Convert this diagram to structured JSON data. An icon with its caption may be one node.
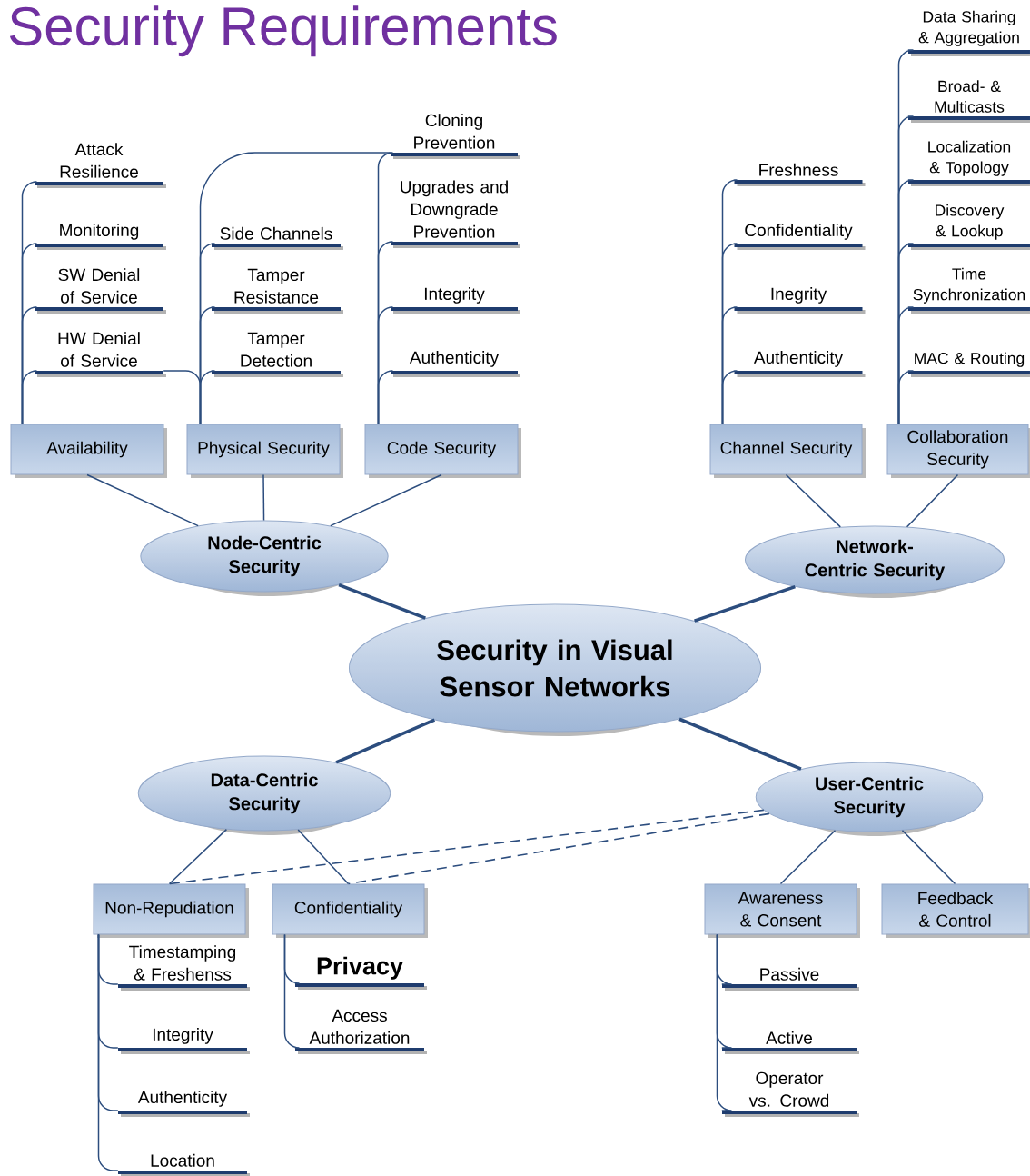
{
  "diagram": {
    "title": "Security Requirements",
    "nodes": [
      {
        "text": [
          "Security in Visual Sensor Networks"
        ]
      },
      {
        "text": [
          "Node-Centric Security"
        ]
      },
      {
        "text": [
          "Network-Centric Security"
        ]
      },
      {
        "text": [
          "Data-Centric Security"
        ]
      },
      {
        "text": [
          "User-Centric Security"
        ]
      },
      {
        "text": [
          "Availability"
        ]
      },
      {
        "text": [
          "Physical Security"
        ]
      },
      {
        "text": [
          "Code Security"
        ]
      },
      {
        "text": [
          "Channel Security"
        ]
      },
      {
        "text": [
          "Collaboration Security"
        ]
      },
      {
        "text": [
          "Non-Repudiation"
        ]
      },
      {
        "text": [
          "Confidentiality"
        ]
      },
      {
        "text": [
          "Awareness & Consent"
        ]
      },
      {
        "text": [
          "Feedback & Control"
        ]
      },
      {
        "text": [
          "Attack Resilience"
        ]
      },
      {
        "text": [
          "Monitoring"
        ]
      },
      {
        "text": [
          "SW Denial of Service"
        ]
      },
      {
        "text": [
          "HW Denial of Service"
        ]
      },
      {
        "text": [
          "Side Channels"
        ]
      },
      {
        "text": [
          "Tamper Resistance"
        ]
      },
      {
        "text": [
          "Tamper Detection"
        ]
      },
      {
        "text": [
          "Cloning Prevention"
        ]
      },
      {
        "text": [
          "Upgrades and Downgrade Prevention"
        ]
      },
      {
        "text": [
          "Integrity"
        ]
      },
      {
        "text": [
          "Authenticity"
        ]
      },
      {
        "text": [
          "Freshness"
        ]
      },
      {
        "text": [
          "Confidentiality"
        ]
      },
      {
        "text": [
          "Inegrity"
        ]
      },
      {
        "text": [
          "Authenticity"
        ]
      },
      {
        "text": [
          "Data Sharing & Aggregation"
        ]
      },
      {
        "text": [
          "Broad- & Multicasts"
        ]
      },
      {
        "text": [
          "Localization & Topology"
        ]
      },
      {
        "text": [
          "Discovery & Lookup"
        ]
      },
      {
        "text": [
          "Time Synchronization"
        ]
      },
      {
        "text": [
          "MAC & Routing"
        ]
      },
      {
        "text": [
          "Timestamping & Freshenss"
        ]
      },
      {
        "text": [
          "Integrity"
        ]
      },
      {
        "text": [
          "Authenticity"
        ]
      },
      {
        "text": [
          "Location"
        ]
      },
      {
        "text": [
          "Privacy"
        ]
      },
      {
        "text": [
          "Access Authorization"
        ]
      },
      {
        "text": [
          "Passive"
        ]
      },
      {
        "text": [
          "Active"
        ]
      },
      {
        "text": [
          "Operator vs. Crowd"
        ]
      }
    ],
    "edges": [
      {
        "from": 0,
        "to": 1,
        "arrow": "none",
        "style": "thick"
      },
      {
        "from": 0,
        "to": 2,
        "arrow": "none",
        "style": "thick"
      },
      {
        "from": 0,
        "to": 3,
        "arrow": "none",
        "style": "thick"
      },
      {
        "from": 0,
        "to": 4,
        "arrow": "none",
        "style": "thick"
      },
      {
        "from": 1,
        "to": 5,
        "arrow": "none"
      },
      {
        "from": 1,
        "to": 6,
        "arrow": "none"
      },
      {
        "from": 1,
        "to": 7,
        "arrow": "none"
      },
      {
        "from": 2,
        "to": 8,
        "arrow": "none"
      },
      {
        "from": 2,
        "to": 9,
        "arrow": "none"
      },
      {
        "from": 3,
        "to": 10,
        "arrow": "none"
      },
      {
        "from": 3,
        "to": 11,
        "arrow": "none"
      },
      {
        "from": 4,
        "to": 12,
        "arrow": "none"
      },
      {
        "from": 4,
        "to": 13,
        "arrow": "none"
      },
      {
        "from": 4,
        "to": 10,
        "arrow": "none",
        "style": "dashed"
      },
      {
        "from": 4,
        "to": 11,
        "arrow": "none",
        "style": "dashed"
      },
      {
        "from": 5,
        "to": 14,
        "arrow": "none"
      },
      {
        "from": 5,
        "to": 15,
        "arrow": "none"
      },
      {
        "from": 5,
        "to": 16,
        "arrow": "none"
      },
      {
        "from": 5,
        "to": 17,
        "arrow": "none"
      },
      {
        "from": 6,
        "to": 17,
        "arrow": "none"
      },
      {
        "from": 6,
        "to": 18,
        "arrow": "none"
      },
      {
        "from": 6,
        "to": 19,
        "arrow": "none"
      },
      {
        "from": 6,
        "to": 20,
        "arrow": "none"
      },
      {
        "from": 6,
        "to": 21,
        "arrow": "none"
      },
      {
        "from": 7,
        "to": 21,
        "arrow": "none"
      },
      {
        "from": 7,
        "to": 22,
        "arrow": "none"
      },
      {
        "from": 7,
        "to": 23,
        "arrow": "none"
      },
      {
        "from": 7,
        "to": 24,
        "arrow": "none"
      },
      {
        "from": 8,
        "to": 25,
        "arrow": "none"
      },
      {
        "from": 8,
        "to": 26,
        "arrow": "none"
      },
      {
        "from": 8,
        "to": 27,
        "arrow": "none"
      },
      {
        "from": 8,
        "to": 28,
        "arrow": "none"
      },
      {
        "from": 9,
        "to": 29,
        "arrow": "none"
      },
      {
        "from": 9,
        "to": 30,
        "arrow": "none"
      },
      {
        "from": 9,
        "to": 31,
        "arrow": "none"
      },
      {
        "from": 9,
        "to": 32,
        "arrow": "none"
      },
      {
        "from": 9,
        "to": 33,
        "arrow": "none"
      },
      {
        "from": 9,
        "to": 34,
        "arrow": "none"
      },
      {
        "from": 10,
        "to": 35,
        "arrow": "none"
      },
      {
        "from": 10,
        "to": 36,
        "arrow": "none"
      },
      {
        "from": 10,
        "to": 37,
        "arrow": "none"
      },
      {
        "from": 10,
        "to": 38,
        "arrow": "none"
      },
      {
        "from": 11,
        "to": 39,
        "arrow": "none"
      },
      {
        "from": 11,
        "to": 40,
        "arrow": "none"
      },
      {
        "from": 12,
        "to": 41,
        "arrow": "none"
      },
      {
        "from": 12,
        "to": 42,
        "arrow": "none"
      },
      {
        "from": 12,
        "to": 43,
        "arrow": "none"
      }
    ]
  }
}
